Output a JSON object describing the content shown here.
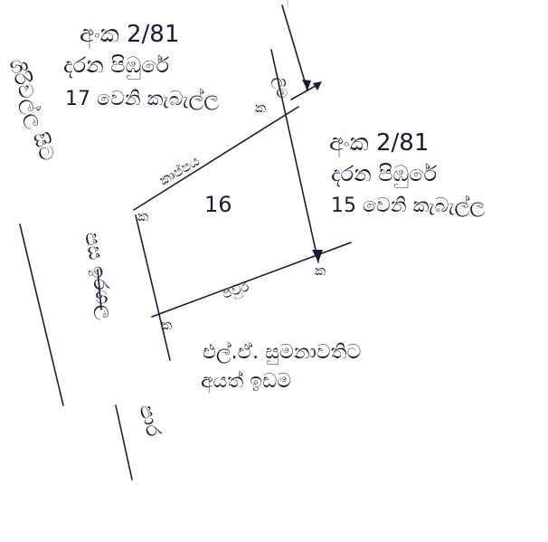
{
  "diagram": {
    "plot_number": "16",
    "north_neighbour": {
      "line1": "අංක 2/81",
      "line2": "දරන පිඹුරේ",
      "line3": "17 වෙනි කැබැල්ල"
    },
    "east_neighbour": {
      "line1": "අංක 2/81",
      "line2": "දරන පිඹුරේ",
      "line3": "15 වෙනි කැබැල්ල"
    },
    "south_neighbour": {
      "line1": "එල්.ඒ. සුමනාවතිට",
      "line2": "අයත් ඉඩම"
    },
    "west_road": {
      "line1": "ගිරිවල්ල සිට",
      "line2": "පස ඉරගල",
      "line3": "පාර"
    },
    "side_labels": {
      "north_side": "කාප්පය",
      "south_side": "පවුර",
      "north_east_tag": "ලිම"
    },
    "corner_mark": "ක",
    "line_color": "#1a1a3a"
  }
}
